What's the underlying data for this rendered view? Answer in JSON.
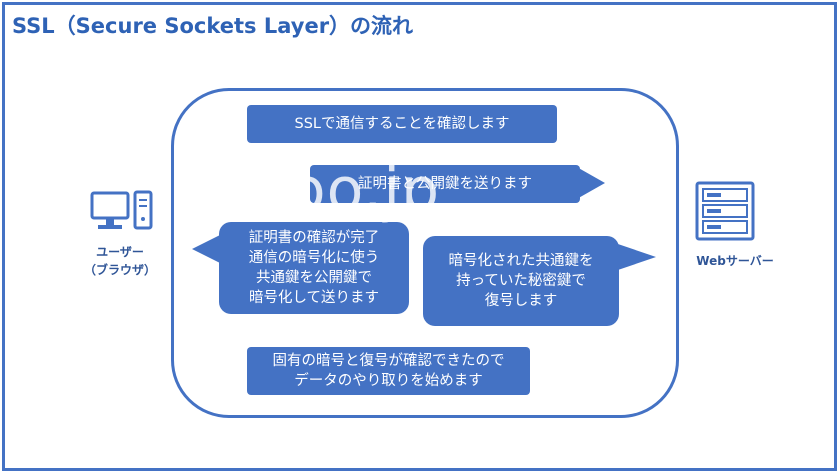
{
  "title": "SSL（Secure Sockets Layer）の流れ",
  "actors": {
    "user_label": "ユーザー\n（ブラウザ）",
    "server_label": "Webサーバー"
  },
  "steps": [
    "SSLで通信することを確認します",
    "証明書と公開鍵を送ります",
    "証明書の確認が完了\n通信の暗号化に使う\n共通鍵を公開鍵で\n暗号化して送ります",
    "暗号化された共通鍵を\n持っていた秘密鍵で\n復号します",
    "固有の暗号と復号が確認できたので\nデータのやり取りを始めます"
  ],
  "watermark": "IT zoo.jp",
  "colors": {
    "accent": "#4472c4",
    "title": "#2e62b5",
    "label": "#2f5597"
  }
}
